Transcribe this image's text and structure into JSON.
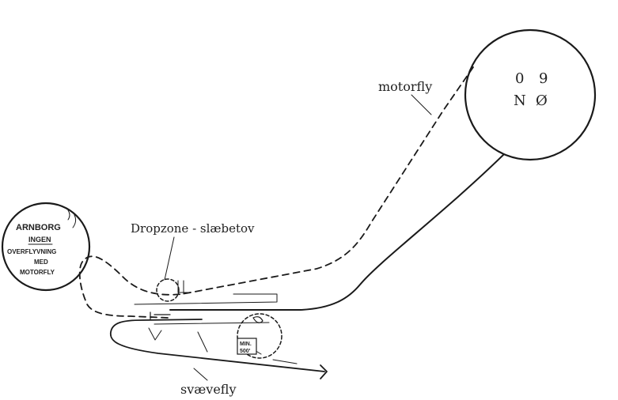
{
  "labels": {
    "motorfly": "motorfly",
    "dropzone": "Dropzone - slæbetov",
    "svaevefly": "svævefly"
  },
  "runway_circle": {
    "line1_left": "0",
    "line1_right": "9",
    "line2_left": "N",
    "line2_right": "Ø"
  },
  "arnborg_circle": {
    "line1": "ARNBORG",
    "line2": "INGEN",
    "line3": "OVERFLYVNING",
    "line4": "MED",
    "line5": "MOTORFLY"
  },
  "min_sign": {
    "line1": "MIN.",
    "line2": "500'"
  },
  "colors": {
    "ink": "#1a1a1a",
    "background": "#ffffff"
  }
}
